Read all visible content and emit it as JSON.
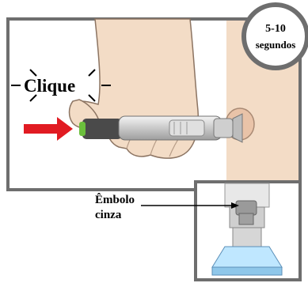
{
  "click_label": "Clique",
  "timer": {
    "line1": "5-10",
    "line2": "segundos"
  },
  "plunger_label": {
    "line1": "Êmbolo",
    "line2": "cinza"
  },
  "colors": {
    "skin": "#f3dcc6",
    "skin_outline": "#8c7462",
    "frame": "#6e6e6e",
    "arrow": "#e11b22",
    "pen_dark": "#4a4a4a",
    "pen_light": "#d8d8d8",
    "gray_plunger": "#9a9a9a",
    "window_green": "#6bbf3c"
  }
}
